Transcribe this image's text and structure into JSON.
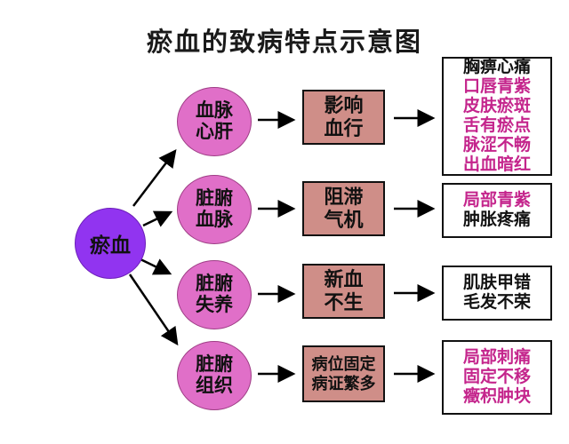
{
  "title": "瘀血的致病特点示意图",
  "root": {
    "label": "瘀血"
  },
  "branches": [
    {
      "circle": [
        "血脉",
        "心肝"
      ],
      "box": [
        "影响",
        "血行"
      ],
      "results": [
        {
          "text": "胸痹心痛",
          "color": "black"
        },
        {
          "text": "口唇青紫",
          "color": "magenta"
        },
        {
          "text": "皮肤瘀斑",
          "color": "magenta"
        },
        {
          "text": "舌有瘀点",
          "color": "magenta"
        },
        {
          "text": "脉涩不畅",
          "color": "magenta"
        },
        {
          "text": "出血暗红",
          "color": "magenta"
        }
      ]
    },
    {
      "circle": [
        "脏腑",
        "血脉"
      ],
      "box": [
        "阻滞",
        "气机"
      ],
      "results": [
        {
          "text": "局部青紫",
          "color": "magenta"
        },
        {
          "text": "肿胀疼痛",
          "color": "black"
        }
      ]
    },
    {
      "circle": [
        "脏腑",
        "失养"
      ],
      "box": [
        "新血",
        "不生"
      ],
      "results": [
        {
          "text": "肌肤甲错",
          "color": "black"
        },
        {
          "text": "毛发不荣",
          "color": "black"
        }
      ]
    },
    {
      "circle": [
        "脏腑",
        "组织"
      ],
      "box": [
        "病位固定",
        "病证繁多"
      ],
      "results": [
        {
          "text": "局部刺痛",
          "color": "magenta"
        },
        {
          "text": "固定不移",
          "color": "magenta"
        },
        {
          "text": "癥积肿块",
          "color": "magenta"
        }
      ]
    }
  ],
  "colors": {
    "root_circle": "#9134f0",
    "branch_circle": "#e06fc8",
    "process_box": "#cf8e88",
    "magenta_text": "#c4258c",
    "arrow": "#000000"
  }
}
